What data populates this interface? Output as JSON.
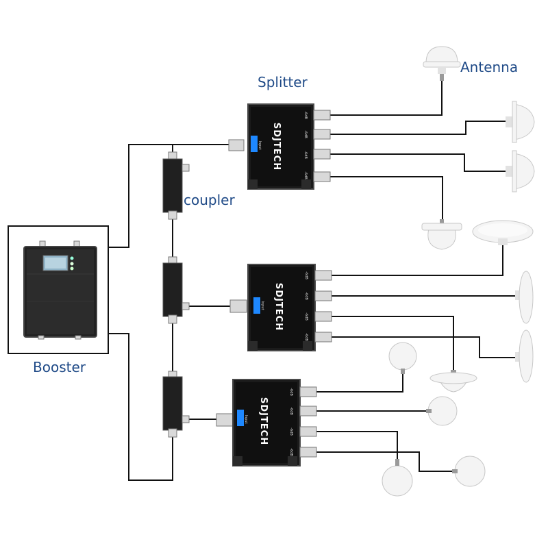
{
  "labels": {
    "splitter": "Splitter",
    "antenna": "Antenna",
    "coupler": "coupler",
    "booster": "Booster"
  },
  "device": {
    "brand": "SDJTECH",
    "input_label": "Input",
    "output_tag": "-6dB"
  }
}
